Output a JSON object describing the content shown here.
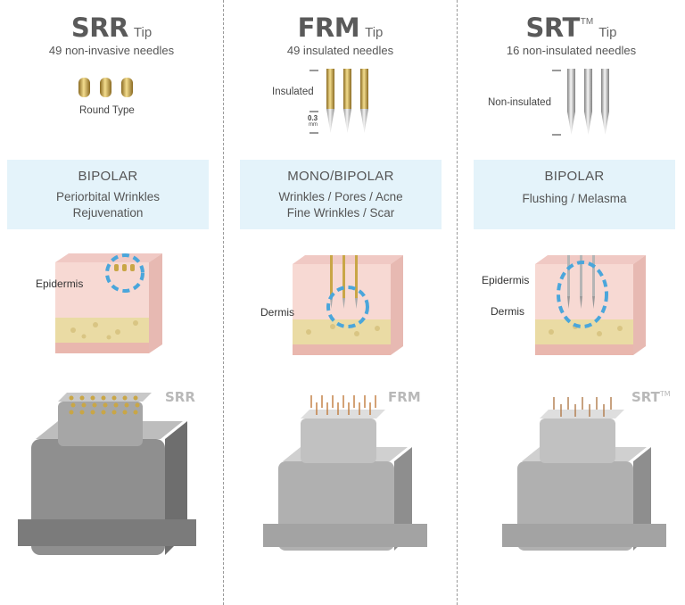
{
  "columns": [
    {
      "name": "SRR",
      "tm": "",
      "tip": "Tip",
      "needles": "49 non-invasive needles",
      "needle_labels": [
        "Round Type"
      ],
      "mode": "BIPOLAR",
      "indications": [
        "Periorbital Wrinkles",
        "Rejuvenation"
      ],
      "skin_labels": [
        "Epidermis"
      ],
      "device_label": "SRR",
      "device_tm": ""
    },
    {
      "name": "FRM",
      "tm": "",
      "tip": "Tip",
      "needles": "49 insulated needles",
      "needle_labels": [
        "Insulated",
        "0.3",
        "mm"
      ],
      "mode": "MONO/BIPOLAR",
      "indications": [
        "Wrinkles / Pores / Acne",
        "Fine Wrinkles / Scar"
      ],
      "skin_labels": [
        "Dermis"
      ],
      "device_label": "FRM",
      "device_tm": ""
    },
    {
      "name": "SRT",
      "tm": "TM",
      "tip": "Tip",
      "needles": "16 non-insulated needles",
      "needle_labels": [
        "Non-insulated"
      ],
      "mode": "BIPOLAR",
      "indications": [
        "Flushing / Melasma"
      ],
      "skin_labels": [
        "Epidermis",
        "Dermis"
      ],
      "device_label": "SRT",
      "device_tm": "TM"
    }
  ],
  "colors": {
    "info_box": "#e4f3fa",
    "highlight_circle": "#4aa6db",
    "gold_needle": "#c9a646",
    "silver_needle": "#b8b8b8",
    "device_body": "#9a9a9a"
  }
}
